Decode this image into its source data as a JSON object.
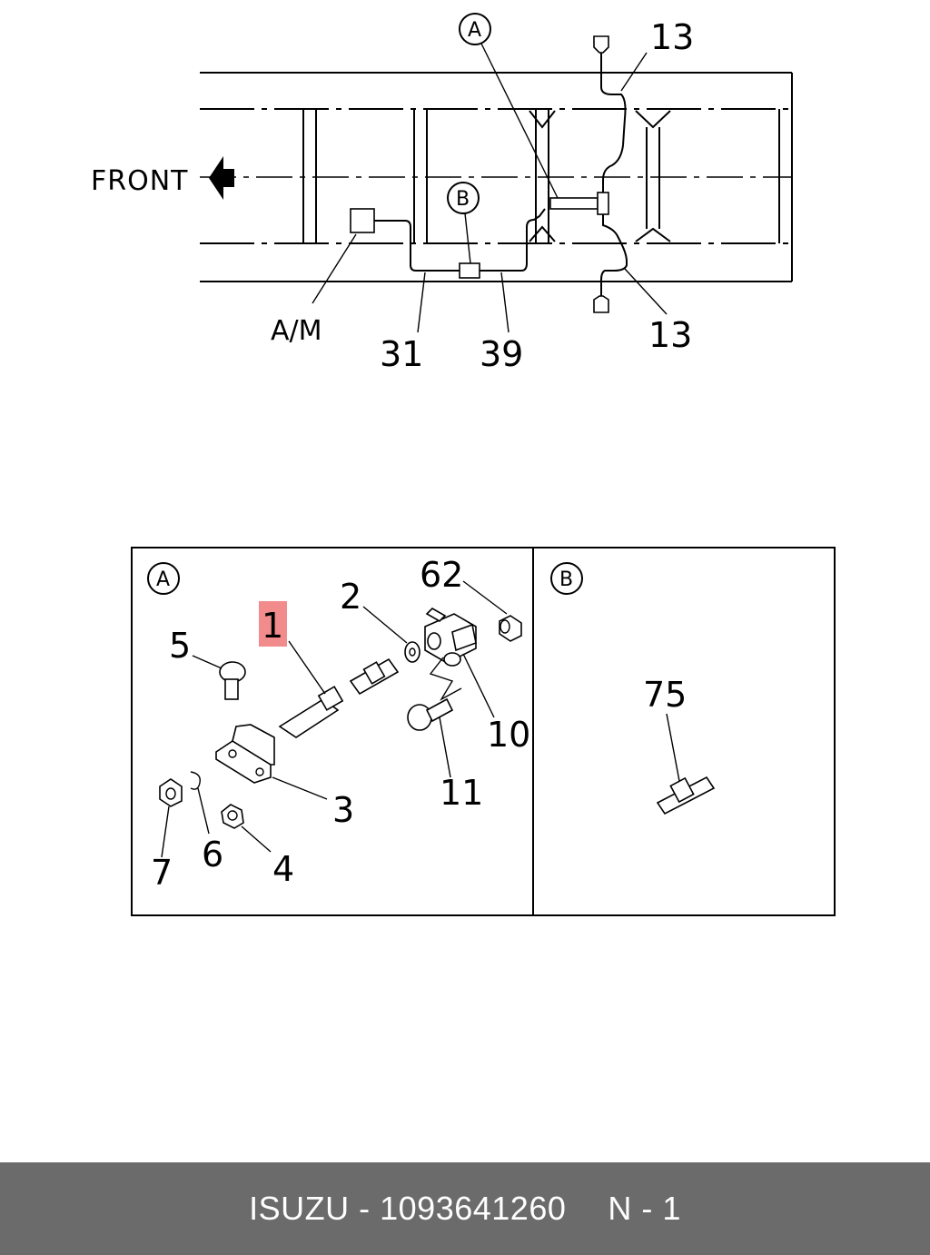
{
  "top_view": {
    "front_label": "FRONT",
    "callout_A": "A",
    "callout_B": "B",
    "label_13_top": "13",
    "label_13_bottom": "13",
    "label_AM": "A/M",
    "label_31": "31",
    "label_39": "39"
  },
  "detail_A": {
    "title": "A",
    "labels": {
      "p1": "1",
      "p2": "2",
      "p3": "3",
      "p4": "4",
      "p5": "5",
      "p6": "6",
      "p7": "7",
      "p10": "10",
      "p11": "11",
      "p62": "62"
    },
    "highlight_color": "#f28b8b"
  },
  "detail_B": {
    "title": "B",
    "labels": {
      "p75": "75"
    }
  },
  "footer": {
    "brand": "ISUZU",
    "dash": "-",
    "part_number": "1093641260",
    "sheet": "N - 1",
    "background": "#6b6b6b"
  }
}
